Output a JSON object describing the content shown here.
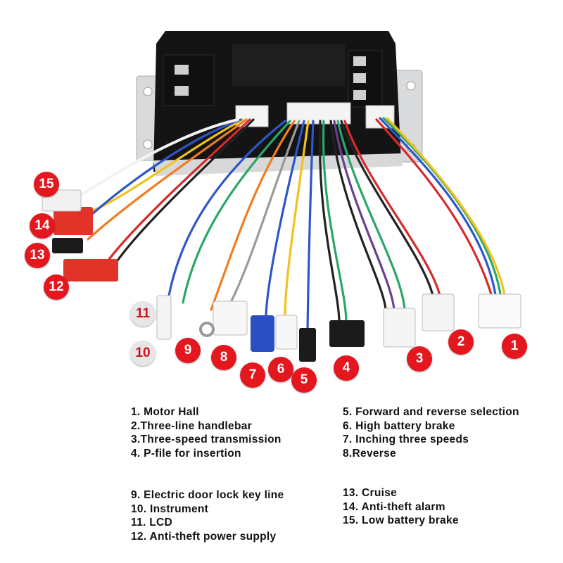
{
  "callouts": [
    {
      "id": "1"
    },
    {
      "id": "2"
    },
    {
      "id": "3"
    },
    {
      "id": "4"
    },
    {
      "id": "5"
    },
    {
      "id": "6"
    },
    {
      "id": "7"
    },
    {
      "id": "8"
    },
    {
      "id": "9"
    },
    {
      "id": "10"
    },
    {
      "id": "11"
    },
    {
      "id": "12"
    },
    {
      "id": "13"
    },
    {
      "id": "14"
    },
    {
      "id": "15"
    }
  ],
  "legend": {
    "col1_top": [
      "1. Motor Hall",
      "2.Three-line handlebar",
      "3.Three-speed transmission",
      "4. P-file for insertion"
    ],
    "col2_top": [
      "5. Forward and reverse selection",
      "6. High battery brake",
      "7. Inching three speeds",
      "8.Reverse"
    ],
    "col1_bottom": [
      "9. Electric door lock key line",
      "10. Instrument",
      "11. LCD",
      "12. Anti-theft power supply"
    ],
    "col2_bottom": [
      "13. Cruise",
      "14. Anti-theft alarm",
      "15. Low battery brake"
    ]
  },
  "colors": {
    "badge_red": "#e4161e",
    "controller_body": "#151515",
    "heatsink": "#d9dadc",
    "wire_red": "#d62b2b",
    "wire_blue": "#2f56c9",
    "wire_green": "#2aa66a",
    "wire_yellow": "#f1c21b",
    "wire_orange": "#ef7d22",
    "wire_black": "#222222",
    "wire_white": "#f2f2f2",
    "wire_gray": "#9a9a9a",
    "wire_brown": "#6b3a2a",
    "wire_purple": "#6c3e8f"
  }
}
